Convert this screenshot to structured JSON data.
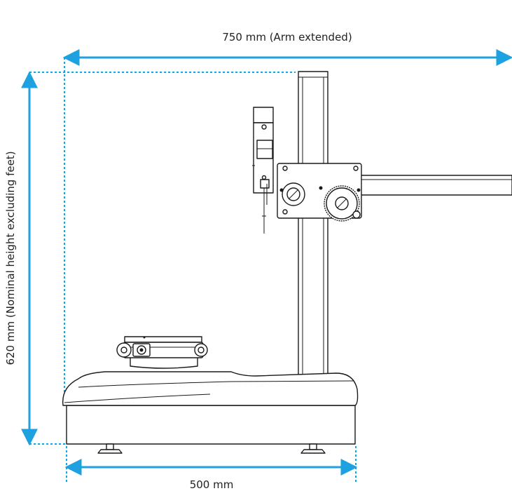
{
  "dimensions": {
    "width_arm": {
      "label": "750 mm (Arm extended)",
      "value_mm": 750
    },
    "height": {
      "label": "620 mm (Nominal height excluding feet)",
      "value_mm": 620
    },
    "base_width": {
      "label": "500 mm",
      "value_mm": 500
    }
  },
  "colors": {
    "dimension_line": "#1da1e0",
    "ink": "#1a1a1a",
    "background": "#ffffff"
  }
}
